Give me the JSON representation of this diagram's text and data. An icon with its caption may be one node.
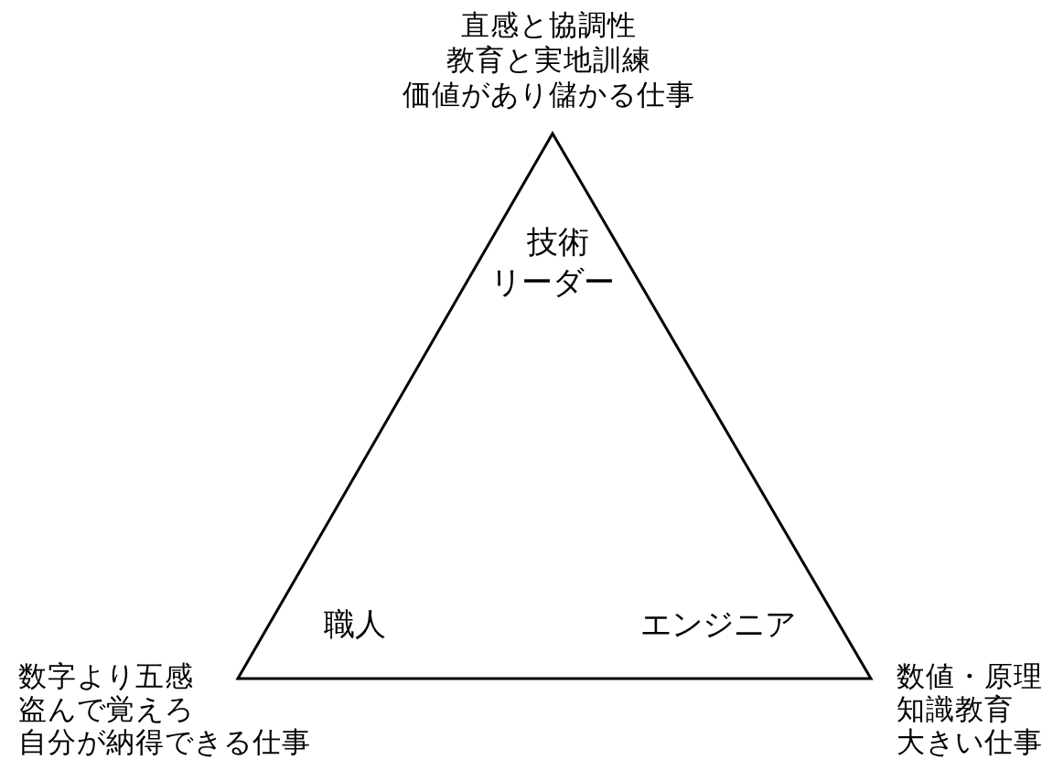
{
  "diagram": {
    "nodes": [
      {
        "text": [
          "技術リーダー",
          "職人",
          "エンジニア"
        ],
        "beside": [
          "直感と協調性",
          "教育と実地訓練",
          "価値があり儲かる仕事",
          "数字より五感",
          "盗んで覚えろ",
          "自分が納得できる仕事",
          "数値・原理",
          "知識教育",
          "大きい仕事"
        ]
      }
    ]
  }
}
